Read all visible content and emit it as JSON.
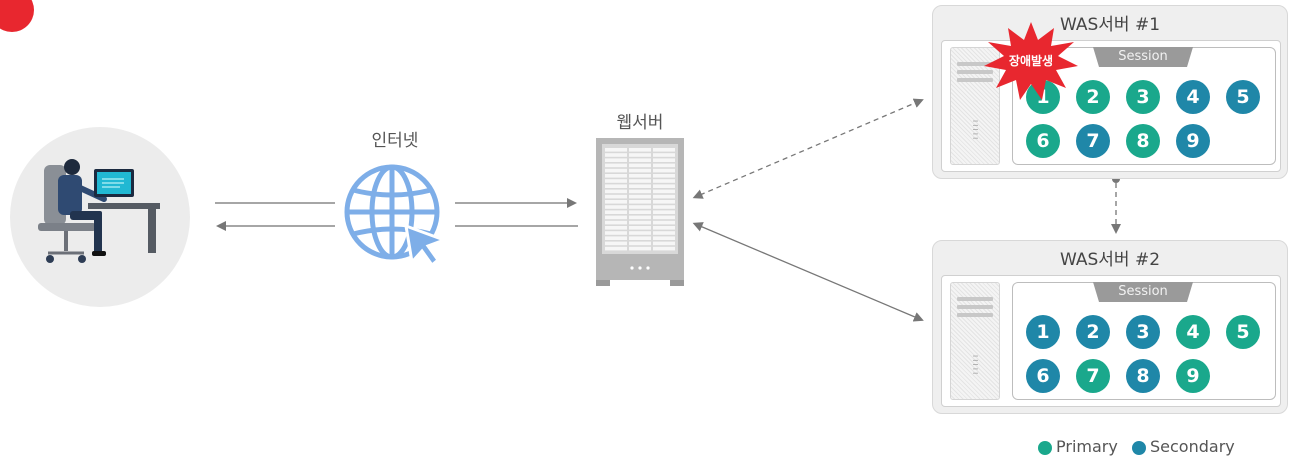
{
  "colors": {
    "primary": "#1aa88c",
    "secondary": "#1f87a8",
    "alert": "#e8272f",
    "title_dot": "#e8272f",
    "arrow": "#777777",
    "globe": "#7eaee8"
  },
  "header": {
    "title_fragment": "사용   에 제 에 다 중 복 구 가 능"
  },
  "labels": {
    "internet": "인터넷",
    "web_server": "웹서버"
  },
  "was_servers": [
    {
      "title": "WAS서버 #1",
      "session_label": "Session",
      "alert": "장애발생",
      "sessions": [
        {
          "n": "1",
          "role": "primary"
        },
        {
          "n": "2",
          "role": "primary"
        },
        {
          "n": "3",
          "role": "primary"
        },
        {
          "n": "4",
          "role": "secondary"
        },
        {
          "n": "5",
          "role": "secondary"
        },
        {
          "n": "6",
          "role": "primary"
        },
        {
          "n": "7",
          "role": "secondary"
        },
        {
          "n": "8",
          "role": "primary"
        },
        {
          "n": "9",
          "role": "secondary"
        }
      ]
    },
    {
      "title": "WAS서버 #2",
      "session_label": "Session",
      "alert": "",
      "sessions": [
        {
          "n": "1",
          "role": "secondary"
        },
        {
          "n": "2",
          "role": "secondary"
        },
        {
          "n": "3",
          "role": "secondary"
        },
        {
          "n": "4",
          "role": "primary"
        },
        {
          "n": "5",
          "role": "primary"
        },
        {
          "n": "6",
          "role": "secondary"
        },
        {
          "n": "7",
          "role": "primary"
        },
        {
          "n": "8",
          "role": "secondary"
        },
        {
          "n": "9",
          "role": "primary"
        }
      ]
    }
  ],
  "legend": {
    "primary": "Primary",
    "secondary": "Secondary"
  },
  "icons": [
    "user-at-desk-icon",
    "globe-cursor-icon",
    "web-server-rack-icon",
    "server-tower-icon",
    "alert-burst-icon"
  ]
}
